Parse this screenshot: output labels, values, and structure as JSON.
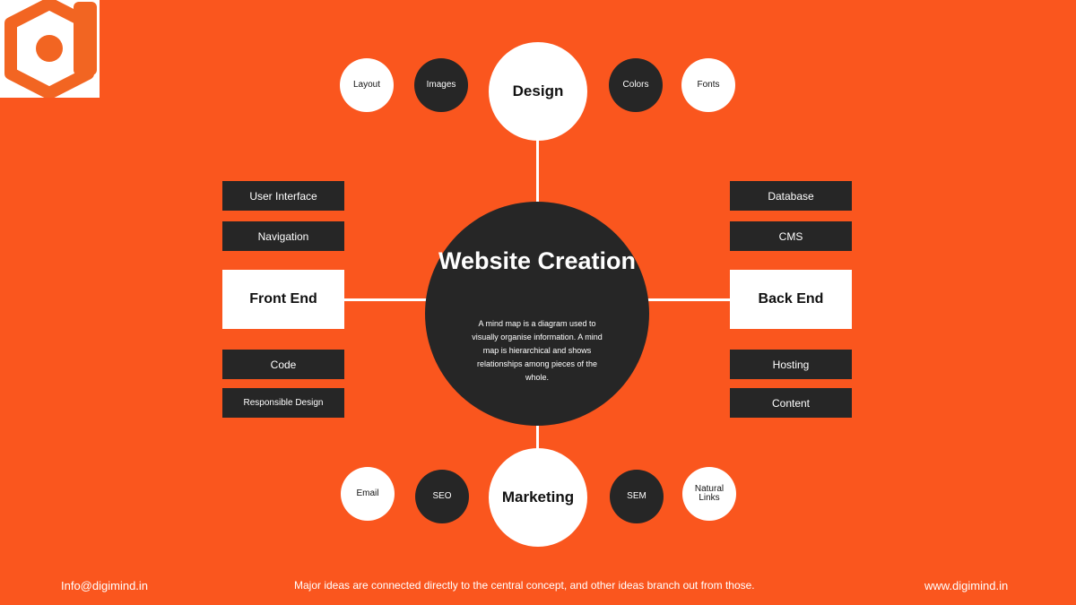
{
  "logo": {
    "name": "digimind-logo",
    "color": "#F26522"
  },
  "center": {
    "title": "Website Creation",
    "description": "A mind map is a diagram used to visually organise information. A mind map is hierarchical and shows relationships among pieces of the whole."
  },
  "design": {
    "label": "Design",
    "items": [
      "Layout",
      "Images",
      "Colors",
      "Fonts"
    ]
  },
  "marketing": {
    "label": "Marketing",
    "items": [
      "Email",
      "SEO",
      "SEM",
      "Natural Links"
    ]
  },
  "front_end": {
    "label": "Front End",
    "items": [
      "User Interface",
      "Navigation",
      "Code",
      "Responsible Design"
    ]
  },
  "back_end": {
    "label": "Back End",
    "items": [
      "Database",
      "CMS",
      "Hosting",
      "Content"
    ]
  },
  "footer": {
    "email": "Info@digimind.in",
    "tagline": "Major ideas are connected directly to the central concept, and other ideas branch out from those.",
    "website": "www.digimind.in"
  },
  "colors": {
    "background": "#FA561E",
    "dark": "#262626",
    "white": "#FFFFFF"
  }
}
